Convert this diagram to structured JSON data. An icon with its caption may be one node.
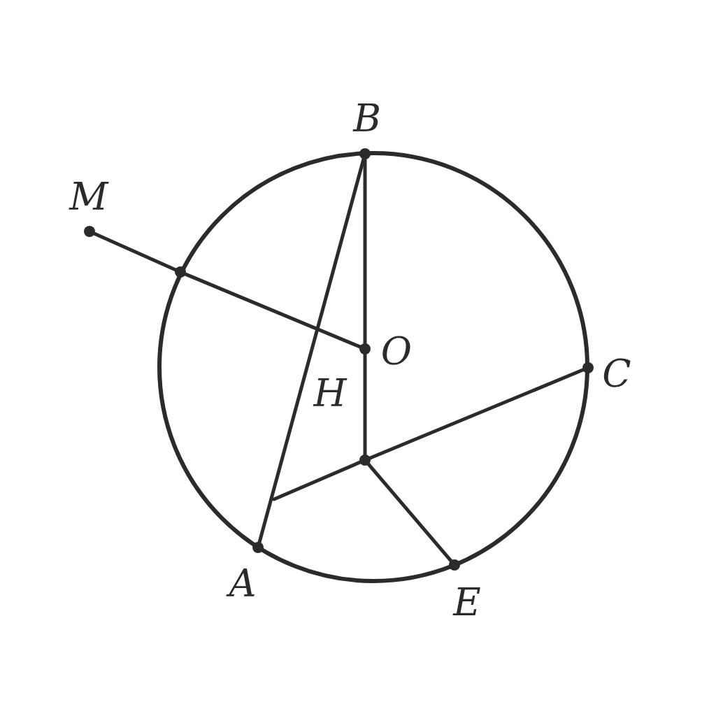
{
  "diagram": {
    "nodes": [
      {
        "text": [],
        "shape": "circle",
        "beside": [
          "B"
        ]
      },
      {
        "text": [],
        "shape": "circle",
        "beside": [
          "M"
        ]
      },
      {
        "text": [],
        "shape": "circle"
      },
      {
        "text": [],
        "shape": "circle",
        "beside": [
          "O"
        ]
      },
      {
        "text": [],
        "shape": "circle"
      },
      {
        "text": [],
        "shape": "circle",
        "beside": [
          "C"
        ]
      },
      {
        "text": [],
        "shape": "circle",
        "beside": [
          "A"
        ]
      },
      {
        "text": [],
        "shape": "circle",
        "beside": [
          "E"
        ]
      }
    ],
    "edges": [
      {
        "from": 1,
        "to": 2,
        "arrow": "none"
      },
      {
        "from": 2,
        "to": 3,
        "arrow": "none"
      },
      {
        "from": 0,
        "to": 6,
        "arrow": "none"
      },
      {
        "from": 0,
        "to": 3,
        "arrow": "none"
      },
      {
        "from": 3,
        "to": 4,
        "arrow": "none"
      },
      {
        "from": 5,
        "to": 4,
        "arrow": "none"
      },
      {
        "from": 4,
        "to": null,
        "arrow": "none"
      },
      {
        "from": 4,
        "to": 7,
        "arrow": "none"
      }
    ],
    "labels": [
      "H"
    ]
  }
}
